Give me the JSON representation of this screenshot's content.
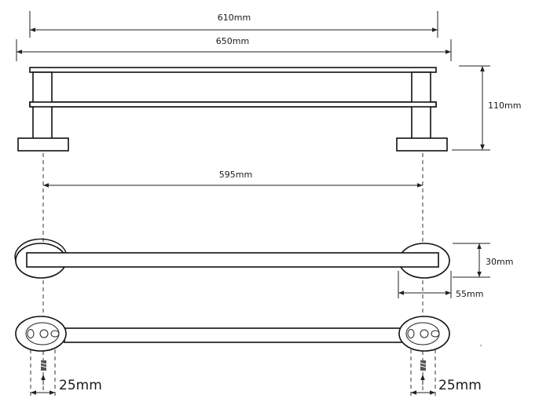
{
  "dimensions": {
    "bar_length": "610mm",
    "overall_length": "650mm",
    "height": "110mm",
    "mount_centers": "595mm",
    "bar_depth": "30mm",
    "base_diameter": "55mm",
    "left_offset": "25mm",
    "right_offset": "25mm"
  }
}
